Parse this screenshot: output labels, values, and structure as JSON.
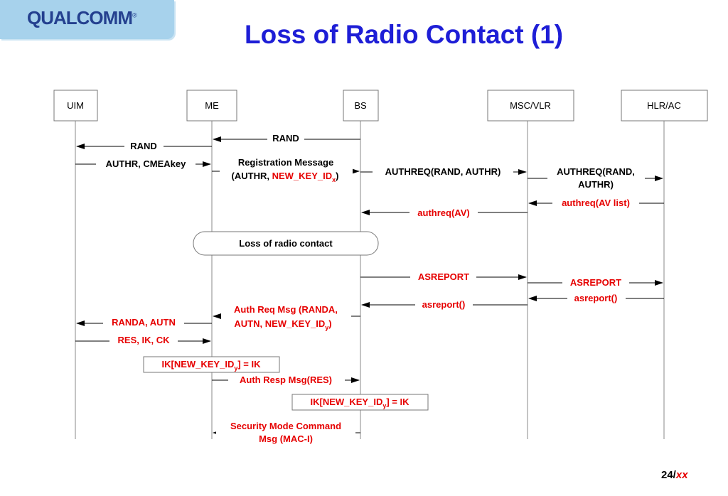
{
  "header": {
    "logo_text": "QUALCOMM",
    "logo_mark": "®",
    "title": "Loss of Radio Contact (1)"
  },
  "entities": [
    "UIM",
    "ME",
    "BS",
    "MSC/VLR",
    "HLR/AC"
  ],
  "messages": {
    "rand_bs_me": "RAND",
    "rand_me_uim": "RAND",
    "authr_cmeakey": "AUTHR, CMEAkey",
    "reg_msg_line1": "Registration Message",
    "reg_msg_line2_a": "(AUTHR, ",
    "reg_msg_line2_red": "NEW_KEY_ID",
    "reg_msg_line2_sub": "x",
    "reg_msg_line2_c": ")",
    "authreq_bs_msc": "AUTHREQ(RAND, AUTHR)",
    "authreq_msc_hlr_line1": "AUTHREQ(RAND,",
    "authreq_msc_hlr_line2": "AUTHR)",
    "authreq_av_list": "authreq(AV list)",
    "authreq_av": "authreq(AV)",
    "loss_of_radio": "Loss of radio contact",
    "asreport_bs_msc": "ASREPORT",
    "asreport_msc_hlr": "ASREPORT",
    "asreport_hlr_msc": "asreport()",
    "asreport_msc_bs": "asreport()",
    "auth_req_line1": "Auth Req Msg (RANDA,",
    "auth_req_line2": "AUTN, NEW_KEY_ID",
    "auth_req_sub": "y",
    "auth_req_close": ")",
    "randa_autn": "RANDA, AUTN",
    "res_ik_ck": "RES, IK, CK",
    "ik_box1_a": "IK[NEW_KEY_ID",
    "ik_box1_sub": "y",
    "ik_box1_b": "] = IK",
    "auth_resp": "Auth Resp Msg(RES)",
    "ik_box2_a": "IK[NEW_KEY_ID",
    "ik_box2_sub": "y",
    "ik_box2_b": "] = IK",
    "sec_mode_line1": "Security Mode Command",
    "sec_mode_line2": "Msg (MAC-I)"
  },
  "colors": {
    "title": "#1e1ed6",
    "highlight": "#e60000",
    "logo_bg": "#a7d2ec",
    "logo_text": "#24408f"
  },
  "footer": {
    "page_current": "24/",
    "page_total": "xx"
  }
}
